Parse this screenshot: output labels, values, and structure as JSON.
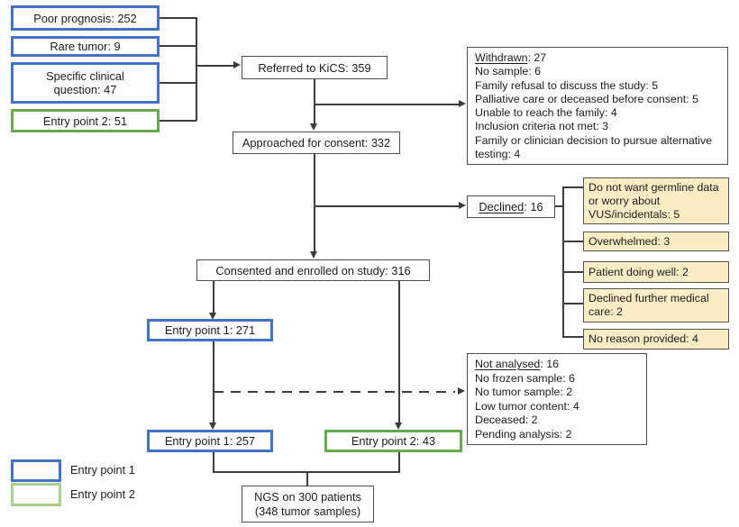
{
  "colors": {
    "blue": "#4472c4",
    "green": "#6aaa4f",
    "lgreen": "#a9d18e",
    "yellow": "#faecc5",
    "line": "#3d3d3d"
  },
  "entry_criteria": {
    "poor_prognosis": "Poor prognosis: 252",
    "rare_tumor": "Rare tumor: 9",
    "specific_clinical_question": "Specific clinical question: 47",
    "entry_point_2_referrals": "Entry point 2: 51"
  },
  "flow": {
    "referred": "Referred to KiCS: 359",
    "approached": "Approached for consent: 332",
    "consented": "Consented and enrolled on study: 316",
    "entry_point_1_enrolled": "Entry point 1: 271",
    "entry_point_1_sequenced": "Entry point 1: 257",
    "entry_point_2_sequenced": "Entry point 2: 43",
    "ngs": [
      "NGS on 300 patients",
      "(348 tumor samples)"
    ]
  },
  "withdrawn": {
    "title": "Withdrawn",
    "count": ": 27",
    "items": [
      "No sample: 6",
      "Family refusal to discuss the study: 5",
      "Palliative care or deceased before consent: 5",
      "Unable to reach the family: 4",
      "Inclusion criteria not met: 3",
      "Family or clinician decision to pursue alternative testing: 4"
    ]
  },
  "declined": {
    "title": "Declined",
    "count": ": 16",
    "reasons": [
      "Do not want germline data or worry about VUS/incidentals: 5",
      "Overwhelmed: 3",
      "Patient doing well: 2",
      "Declined further medical care: 2",
      "No reason provided: 4"
    ]
  },
  "not_analysed": {
    "title": "Not analysed",
    "count": ": 16",
    "items": [
      "No frozen sample: 6",
      "No tumor sample: 2",
      "Low tumor content: 4",
      "Deceased: 2",
      "Pending analysis: 2"
    ]
  },
  "legend": {
    "entry_point_1": "Entry point 1",
    "entry_point_2": "Entry point 2"
  }
}
